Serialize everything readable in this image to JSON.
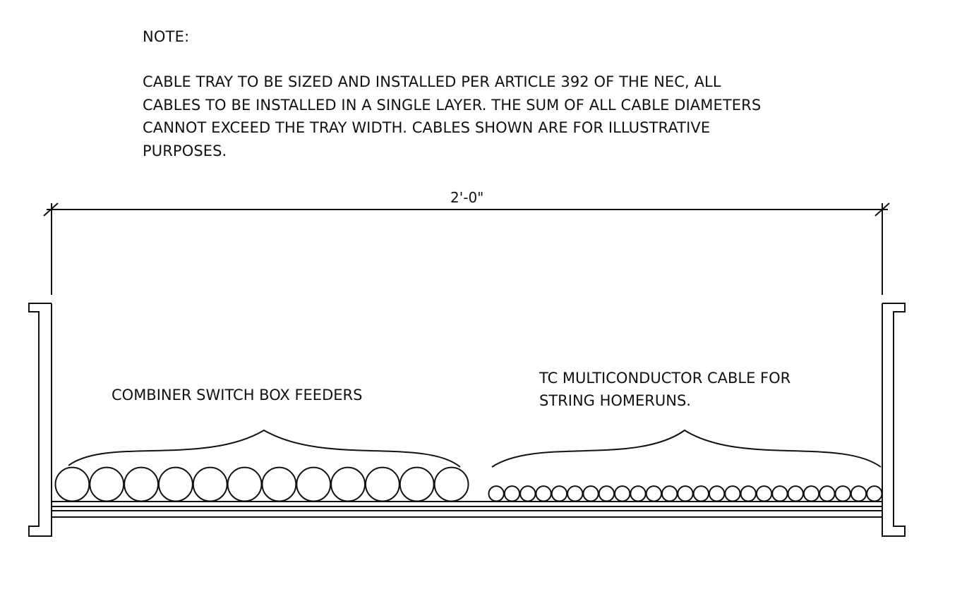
{
  "note": {
    "title": "NOTE:",
    "lines": [
      "CABLE TRAY TO BE SIZED AND INSTALLED PER ARTICLE 392 OF THE NEC, ALL",
      "CABLES TO BE INSTALLED IN A SINGLE LAYER. THE SUM OF ALL CABLE DIAMETERS",
      "CANNOT EXCEED THE TRAY WIDTH. CABLES SHOWN ARE FOR ILLUSTRATIVE",
      "PURPOSES."
    ]
  },
  "dimension": {
    "label": "2'-0\""
  },
  "labels": {
    "left": "COMBINER SWITCH BOX FEEDERS",
    "right_line1": "TC MULTICONDUCTOR CABLE FOR",
    "right_line2": "STRING HOMERUNS."
  },
  "cables": {
    "large_count": 12,
    "small_count": 25
  }
}
